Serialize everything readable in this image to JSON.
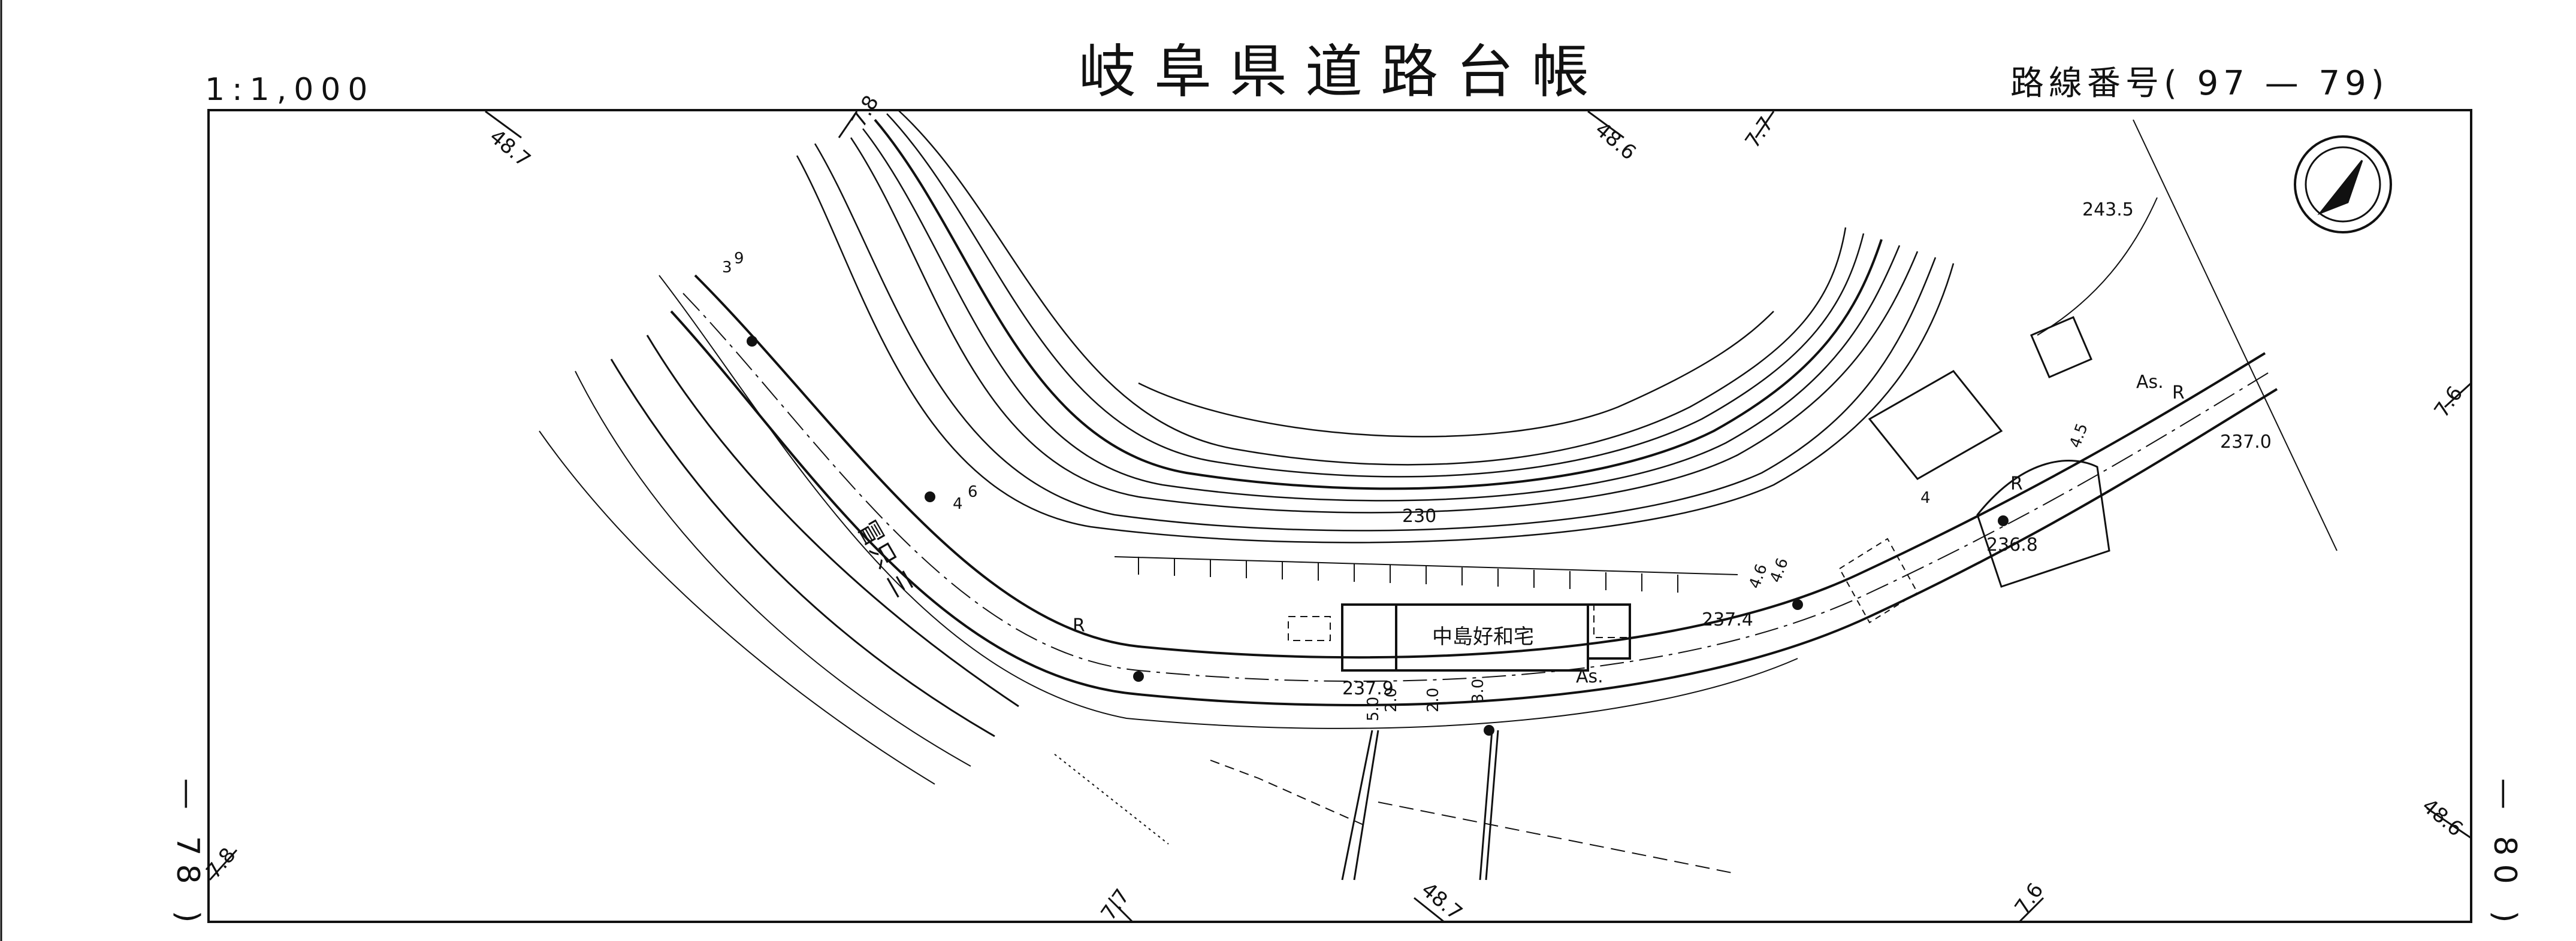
{
  "header": {
    "scale": "1:1,000",
    "title": "岐阜県道路台帳",
    "route_number": "路線番号( 97 — 79)"
  },
  "margin_labels": {
    "left": "— 78 )",
    "right": "— 80 )"
  },
  "map": {
    "building_label": "中島好和宅",
    "north_arrow": "north-arrow-icon",
    "grid_ticks": [
      "48.7",
      "7.8",
      "48.6",
      "7.7",
      "7.6",
      "7.8",
      "7.7",
      "48.7",
      "7.6",
      "48.6"
    ],
    "elevations": [
      "243.5",
      "237.0",
      "236.8",
      "237.4",
      "237.9",
      "230"
    ],
    "road_labels": [
      "As.",
      "R",
      "R",
      "As.",
      "R"
    ],
    "widths": [
      "9",
      "3",
      "6",
      "4",
      "4.6",
      "4.6",
      "2.0",
      "2.0",
      "5.0",
      "3.0",
      "4.5",
      "4"
    ],
    "river_label": "冒只 三"
  }
}
